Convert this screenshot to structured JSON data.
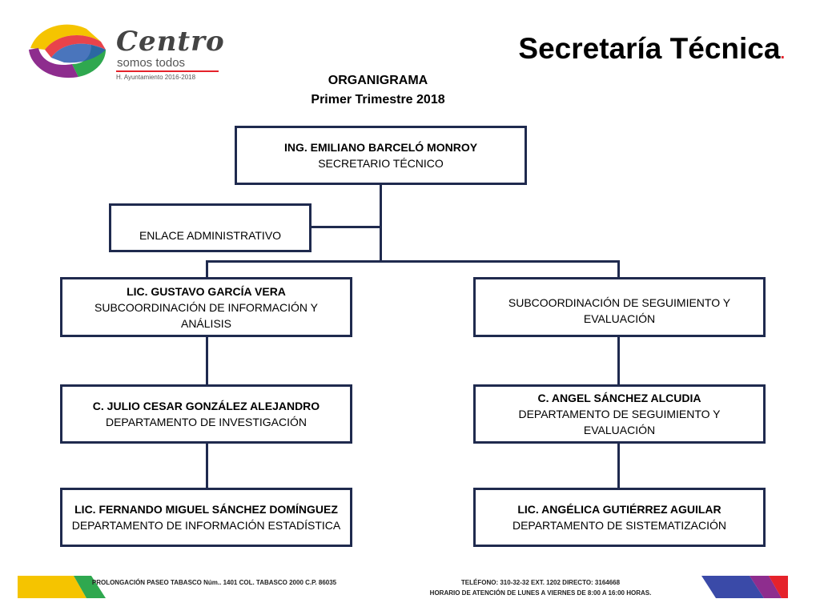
{
  "logo": {
    "word": "Centro",
    "tagline": "somos todos",
    "subtitle": "H. Ayuntamiento 2016-2018",
    "colors": [
      "#e5222b",
      "#f5c400",
      "#2fa84f",
      "#2a5db0",
      "#8e2d8e"
    ]
  },
  "page_title": "Secretaría Técnica",
  "page_title_dot": ".",
  "heading": {
    "line1": "ORGANIGRAMA",
    "line2": "Primer Trimestre 2018"
  },
  "org": {
    "root": {
      "name": "ING. EMILIANO BARCELÓ MONROY",
      "role": "SECRETARIO TÉCNICO"
    },
    "staff": {
      "role": "ENLACE ADMINISTRATIVO"
    },
    "left_sub": {
      "name": "LIC. GUSTAVO GARCÍA VERA",
      "role": "SUBCOORDINACIÓN DE INFORMACIÓN Y ANÁLISIS"
    },
    "right_sub": {
      "role": "SUBCOORDINACIÓN DE SEGUIMIENTO Y EVALUACIÓN"
    },
    "left_dept1": {
      "name": "C. JULIO CESAR GONZÁLEZ ALEJANDRO",
      "role": "DEPARTAMENTO DE INVESTIGACIÓN"
    },
    "right_dept1": {
      "name": "C. ANGEL SÁNCHEZ ALCUDIA",
      "role": "DEPARTAMENTO DE SEGUIMIENTO Y EVALUACIÓN"
    },
    "left_dept2": {
      "name": "LIC. FERNANDO MIGUEL SÁNCHEZ DOMÍNGUEZ",
      "role": "DEPARTAMENTO DE INFORMACIÓN ESTADÍSTICA"
    },
    "right_dept2": {
      "name": "LIC. ANGÉLICA GUTIÉRREZ AGUILAR",
      "role": "DEPARTAMENTO DE SISTEMATIZACIÓN"
    }
  },
  "footer": {
    "address": "PROLONGACIÓN PASEO TABASCO Núm.. 1401 COL. TABASCO 2000 C.P. 86035",
    "phone": "TELÉFONO: 310-32-32 EXT. 1202 DIRECTO: 3164668",
    "hours": "HORARIO DE ATENCIÓN DE LUNES A VIERNES DE 8:00 A 16:00 HORAS."
  },
  "colors": {
    "box_border": "#1f2a4e",
    "accent": "#e5222b"
  }
}
